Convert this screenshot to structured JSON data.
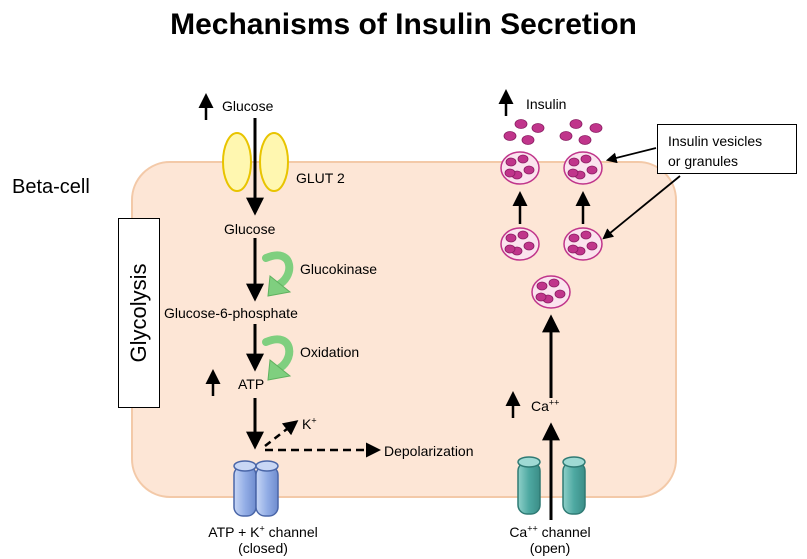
{
  "title": "Mechanisms of Insulin Secretion",
  "cell_label": "Beta-cell",
  "glycolysis_label": "Glycolysis",
  "glucose_top": "Glucose",
  "glut2": "GLUT 2",
  "glucose_inside": "Glucose",
  "glucokinase": "Glucokinase",
  "g6p": "Glucose-6-phosphate",
  "oxidation": "Oxidation",
  "atp": "ATP",
  "k_ion": {
    "base": "K",
    "sup": "+"
  },
  "depolarization": "Depolarization",
  "katp_channel": {
    "pre": "ATP + K",
    "sup": "+",
    "post": " channel",
    "state": "(closed)"
  },
  "ca_ion": {
    "base": "Ca",
    "sup": "++"
  },
  "ca_channel": {
    "base": "Ca",
    "sup": "++",
    "post": " channel",
    "state": "(open)"
  },
  "insulin": "Insulin",
  "vesicle_callout": {
    "line1": "Insulin vesicles",
    "line2": "or granules"
  },
  "colors": {
    "cell_fill": "#fde6d6",
    "cell_border": "#f3c9a8",
    "glut": "#f4e35a",
    "arrow_green": "#7fcf7f",
    "katp": "#9fb7e8",
    "ca_channel": "#5fb3ad",
    "vesicle": "#c0358b"
  }
}
